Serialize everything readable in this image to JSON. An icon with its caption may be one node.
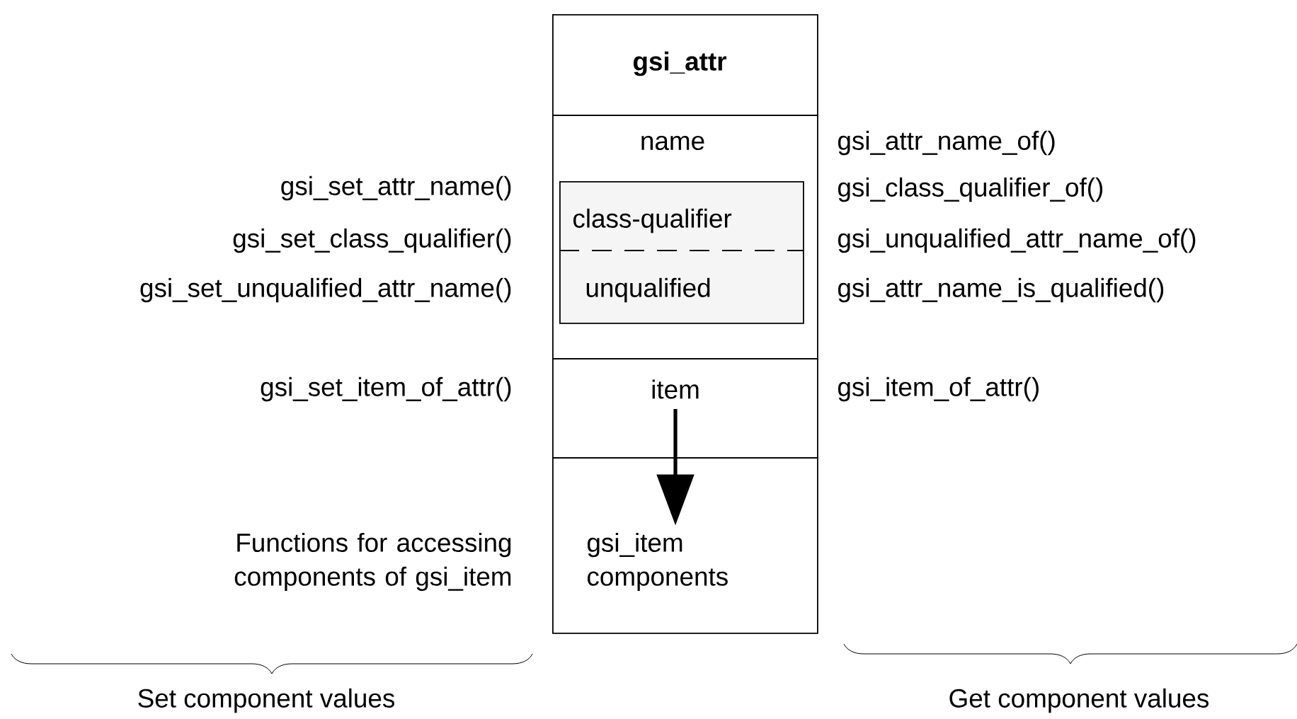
{
  "diagram": {
    "nodes": [
      {
        "text": [
          "gsi_attr"
        ]
      },
      {
        "text": [
          "name"
        ]
      },
      {
        "text": [
          "class-qualifier",
          "unqualified"
        ],
        "in": 1
      },
      {
        "text": [
          "item"
        ]
      },
      {
        "text": [
          "gsi_item components"
        ]
      }
    ],
    "edges": [
      {
        "from": 3,
        "to": 4,
        "arrow": "to"
      }
    ],
    "labels": [
      "gsi_attr_name_of()",
      "gsi_set_attr_name()",
      "gsi_class_qualifier_of()",
      "gsi_set_class_qualifier()",
      "gsi_unqualified_attr_name_of()",
      "gsi_set_unqualified_attr_name()",
      "gsi_attr_name_is_qualified()",
      "gsi_set_item_of_attr()",
      "gsi_item_of_attr()",
      "Functions for accessing components of gsi_item",
      "Set component values",
      "Get component values"
    ]
  }
}
